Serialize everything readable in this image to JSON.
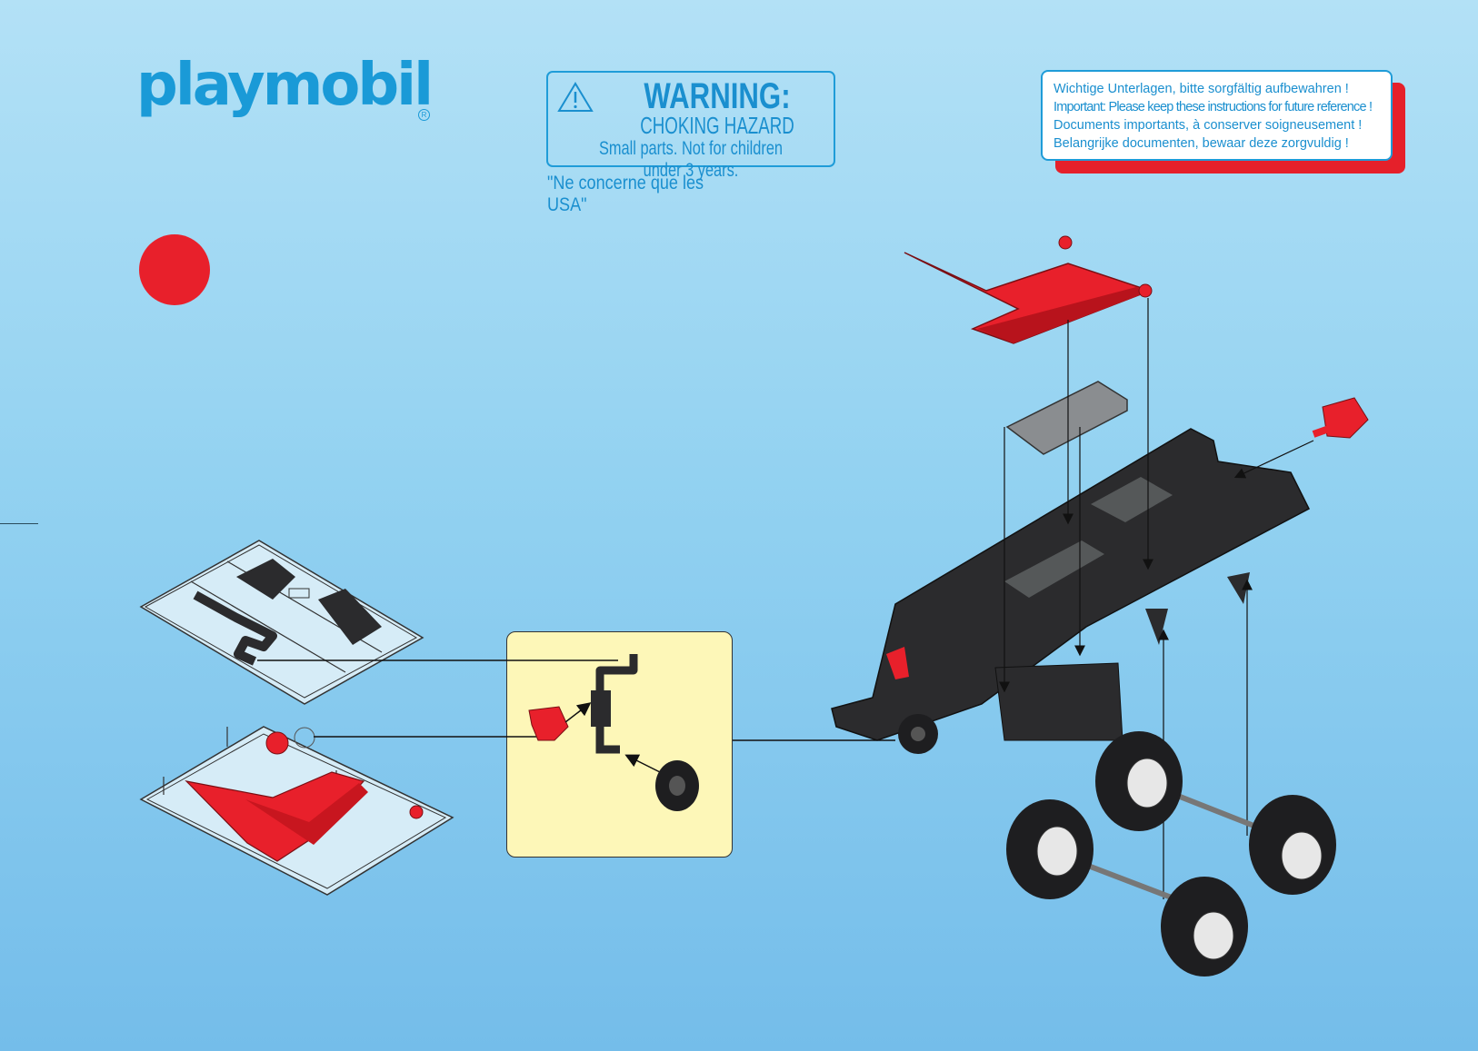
{
  "brand": {
    "logo_text": "playmobil",
    "registered_mark": "R"
  },
  "warning": {
    "title": "WARNING:",
    "subtitle": "CHOKING HAZARD",
    "detail": "Small parts. Not for children under 3 years.",
    "region_note": "\"Ne concerne que les USA\""
  },
  "documents_notice": {
    "lines": [
      "Wichtige Unterlagen, bitte sorgfältig aufbewahren !",
      "Important: Please keep these instructions for future reference !",
      "Documents importants, à conserver soigneusement !",
      "Belangrijke documenten, bewaar deze zorgvuldig !"
    ]
  },
  "colors": {
    "brand_blue": "#1a9ad7",
    "step_red": "#e8202b",
    "part_red": "#e8202b",
    "part_black": "#2b2b2d",
    "detail_bg": "#fdf7b8",
    "plate_gray": "#8a8d90"
  },
  "illustration": {
    "sprue_top": "black parts sprue",
    "sprue_bottom": "red parts sprue",
    "detail": "crank and wheel assembly detail",
    "main": "trailer chassis exploded view"
  }
}
